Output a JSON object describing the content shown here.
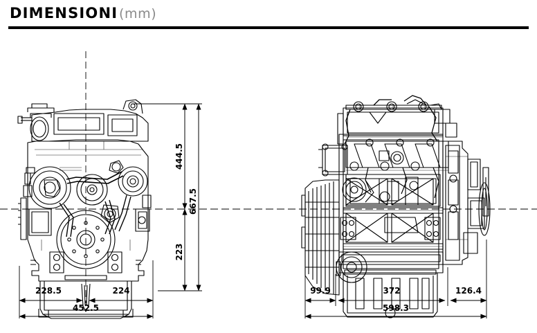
{
  "header": {
    "title": "DIMENSIONI",
    "unit": "(mm)"
  },
  "views": {
    "left": {
      "name": "front-view",
      "dimensions": {
        "width_left": "228.5",
        "width_right": "224",
        "width_total": "452.5",
        "height_upper": "444.5",
        "height_total": "667.5",
        "height_lower": "223"
      }
    },
    "right": {
      "name": "side-view",
      "dimensions": {
        "length_bellhousing": "99.9",
        "length_block": "372",
        "length_front": "126.4",
        "length_total": "598.3"
      }
    }
  },
  "chart_data": {
    "type": "table",
    "title": "DIMENSIONI (mm)",
    "categories": [
      "228.5",
      "224",
      "452.5",
      "444.5",
      "667.5",
      "223",
      "99.9",
      "372",
      "126.4",
      "598.3"
    ],
    "values": [
      228.5,
      224,
      452.5,
      444.5,
      667.5,
      223,
      99.9,
      372,
      126.4,
      598.3
    ],
    "xlabel": "",
    "ylabel": "mm"
  }
}
